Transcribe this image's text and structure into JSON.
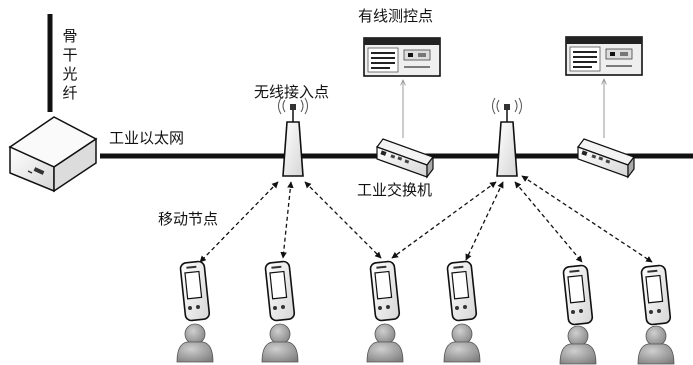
{
  "labels": {
    "backbone_fiber": "骨干光纤",
    "industrial_ethernet": "工业以太网",
    "wireless_access_point": "无线接入点",
    "wired_monitoring_point": "有线测控点",
    "industrial_switch": "工业交换机",
    "mobile_node": "移动节点"
  },
  "icons": {
    "server": "server-icon",
    "access_point": "wireless-access-point-icon",
    "switch": "industrial-switch-icon",
    "monitor": "monitoring-terminal-icon",
    "mobile": "mobile-device-icon",
    "user": "user-icon"
  }
}
